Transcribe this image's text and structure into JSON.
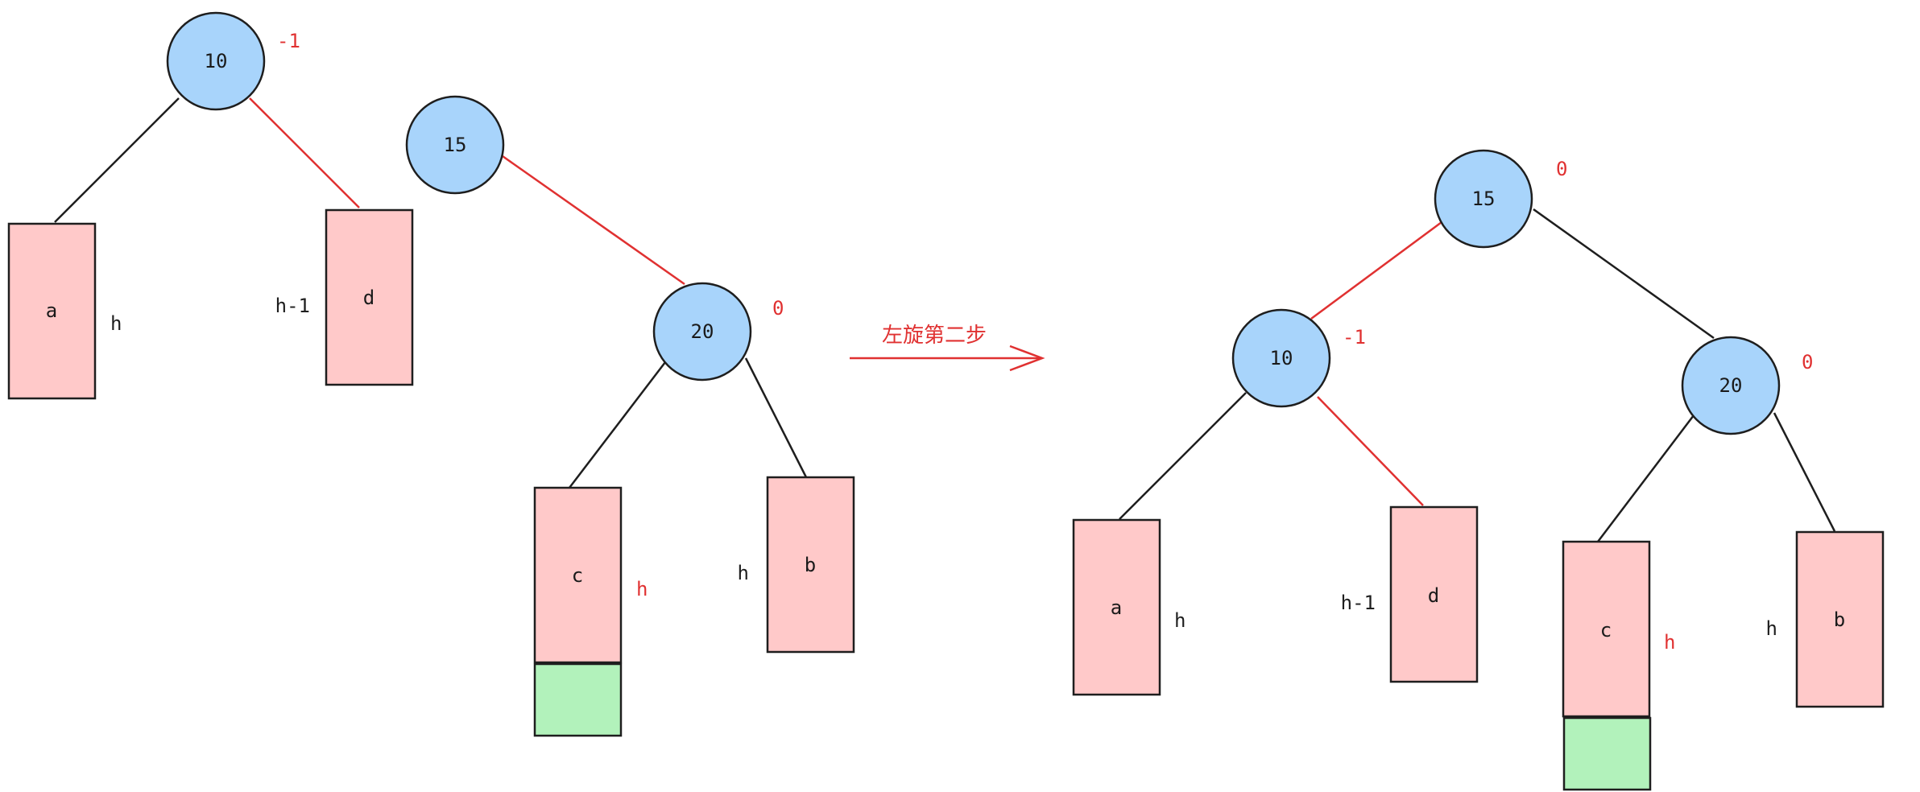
{
  "colors": {
    "node_fill": "#a8d4fb",
    "box_fill": "#ffc9c9",
    "new_box_fill": "#b2f2bb",
    "stroke": "#1e1e1e",
    "highlight": "#e03131"
  },
  "left_tree": {
    "node_10": {
      "label": "10",
      "balance": "-1"
    },
    "node_15": {
      "label": "15"
    },
    "node_20": {
      "label": "20",
      "balance": "0"
    },
    "box_a": {
      "label": "a",
      "height": "h"
    },
    "box_d": {
      "label": "d",
      "height": "h-1"
    },
    "box_c": {
      "label": "c",
      "height": "h"
    },
    "box_b": {
      "label": "b",
      "height": "h"
    }
  },
  "arrow": {
    "label": "左旋第二步"
  },
  "right_tree": {
    "node_15": {
      "label": "15",
      "balance": "0"
    },
    "node_10": {
      "label": "10",
      "balance": "-1"
    },
    "node_20": {
      "label": "20",
      "balance": "0"
    },
    "box_a": {
      "label": "a",
      "height": "h"
    },
    "box_d": {
      "label": "d",
      "height": "h-1"
    },
    "box_c": {
      "label": "c",
      "height": "h"
    },
    "box_b": {
      "label": "b",
      "height": "h"
    }
  }
}
